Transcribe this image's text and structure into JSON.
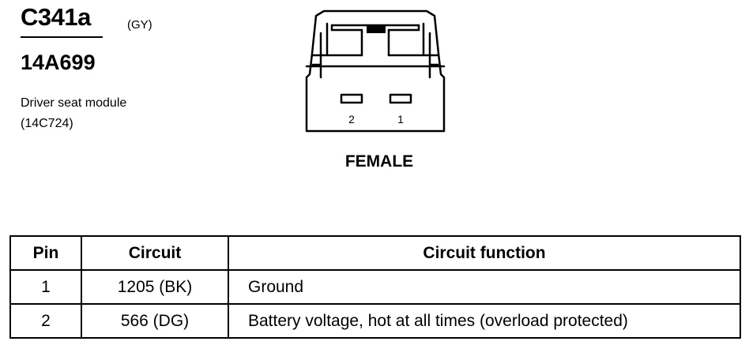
{
  "header": {
    "connector_id": "C341a",
    "connector_color": "(GY)",
    "part_number": "14A699",
    "component": "Driver seat module",
    "component_code": "(14C724)"
  },
  "connector": {
    "gender": "FEMALE",
    "cavity_labels": [
      "2",
      "1"
    ]
  },
  "table": {
    "headers": [
      "Pin",
      "Circuit",
      "Circuit function"
    ],
    "rows": [
      {
        "pin": "1",
        "circuit": "1205 (BK)",
        "function": "Ground"
      },
      {
        "pin": "2",
        "circuit": "566 (DG)",
        "function": "Battery voltage, hot at all times (overload protected)"
      }
    ]
  }
}
